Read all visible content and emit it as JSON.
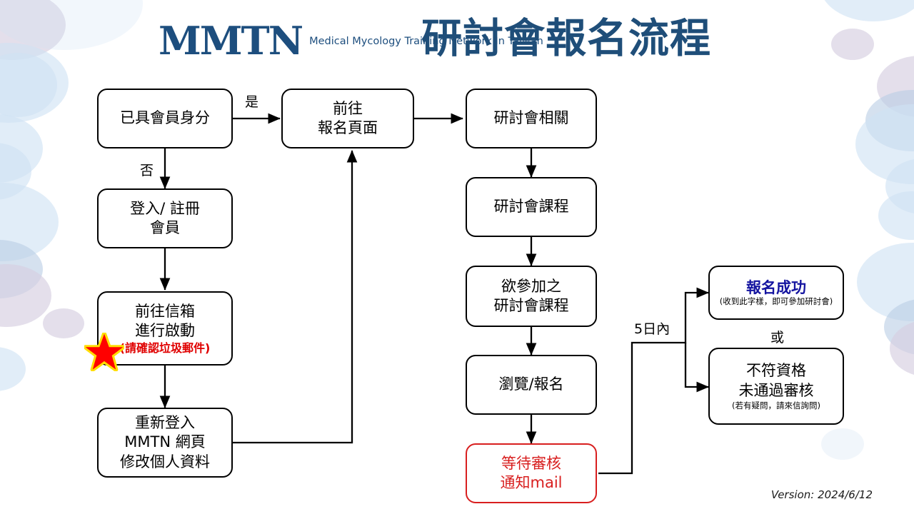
{
  "header": {
    "logo_mark": "MMTN",
    "logo_tagline": "Medical Mycology\nTraining Network\nIn Taiwan",
    "logo_color": "#1d4e7e",
    "title": "研討會報名流程",
    "title_color": "#1f4e79"
  },
  "nodes": {
    "member_check": "已具會員身分",
    "login_register": "登入/ 註冊\n會員",
    "activate_mail_l1": "前往信箱",
    "activate_mail_l2": "進行啟動",
    "activate_mail_note": "(請確認垃圾郵件)",
    "relogin": "重新登入\nMMTN 網頁\n修改個人資料",
    "go_signup_page": "前往\n報名頁面",
    "seminar_related": "研討會相關",
    "seminar_course": "研討會課程",
    "desired_course": "欲參加之\n研討會課程",
    "browse_signup": "瀏覽/報名",
    "await_review": "等待審核\n通知mail",
    "success_headline": "報名成功",
    "success_note": "(收到此字樣，即可參加研討會)",
    "fail_l1": "不符資格",
    "fail_l2": "未通過審核",
    "fail_note": "(若有疑問，請來信詢問)"
  },
  "edge_labels": {
    "yes": "是",
    "no": "否",
    "within_five_days": "5日內",
    "or": "或"
  },
  "colors": {
    "red_node": "#d81f1f",
    "blue_headline": "#1414a0",
    "star_fill": "#ff0000",
    "star_glow": "#ffdd00",
    "bg_blue_bubble": "#cfe2f3",
    "bg_lavender_bubble": "#d6cfe1"
  },
  "footer": {
    "version": "Version: 2024/6/12"
  },
  "icons": {
    "star": "star-icon"
  }
}
